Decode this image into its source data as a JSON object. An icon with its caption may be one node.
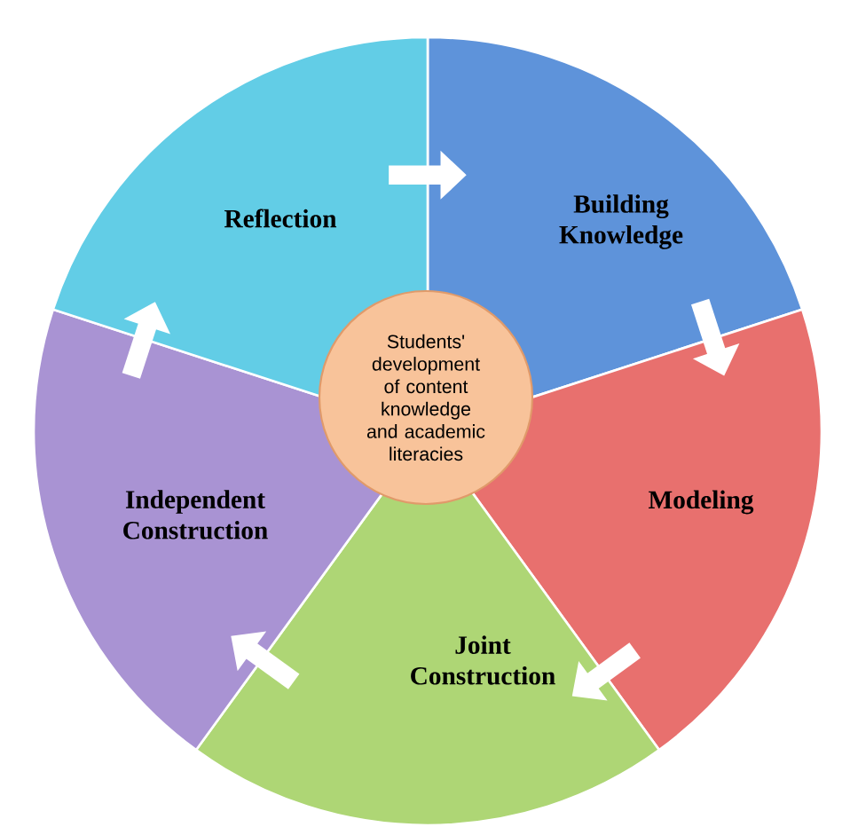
{
  "diagram": {
    "nodes": [
      {
        "text": [
          "Building Knowledge"
        ]
      },
      {
        "text": [
          "Modeling"
        ]
      },
      {
        "text": [
          "Joint Construction"
        ]
      },
      {
        "text": [
          "Independent Construction"
        ]
      },
      {
        "text": [
          "Reflection"
        ]
      },
      {
        "text": [
          "Students' development of content knowledge and academic literacies"
        ]
      }
    ],
    "edges": [
      {
        "from": 4,
        "to": 0,
        "arrow": "to"
      },
      {
        "from": 0,
        "to": 1,
        "arrow": "to"
      },
      {
        "from": 1,
        "to": 2,
        "arrow": "to"
      },
      {
        "from": 2,
        "to": 3,
        "arrow": "to"
      },
      {
        "from": 3,
        "to": 4,
        "arrow": "to"
      }
    ]
  }
}
